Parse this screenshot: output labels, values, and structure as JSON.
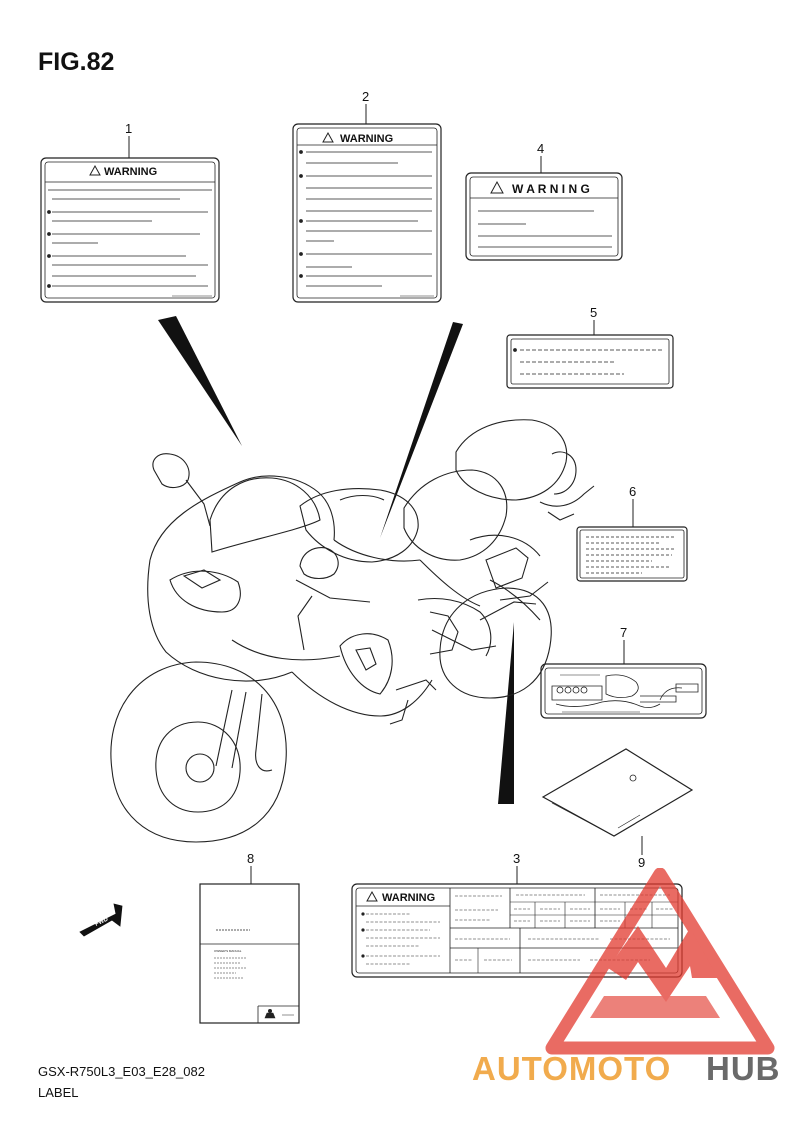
{
  "figure": {
    "title": "FIG.82",
    "code": "GSX-R750L3_E03_E28_082",
    "section": "LABEL"
  },
  "callouts": [
    "1",
    "2",
    "3",
    "4",
    "5",
    "6",
    "7",
    "8",
    "9"
  ],
  "label_texts": {
    "warning": "WARNING",
    "warning_spaced": "W A R N I N G",
    "fwd": "FWD",
    "manual_heading": "OWNER'S MANUAL"
  },
  "watermark": {
    "part1": "AUTOMOTO",
    "part2": "HUB",
    "color_primary": "#f0a23a",
    "color_secondary": "#e23a2f",
    "color_dark": "#5a5a5a"
  }
}
